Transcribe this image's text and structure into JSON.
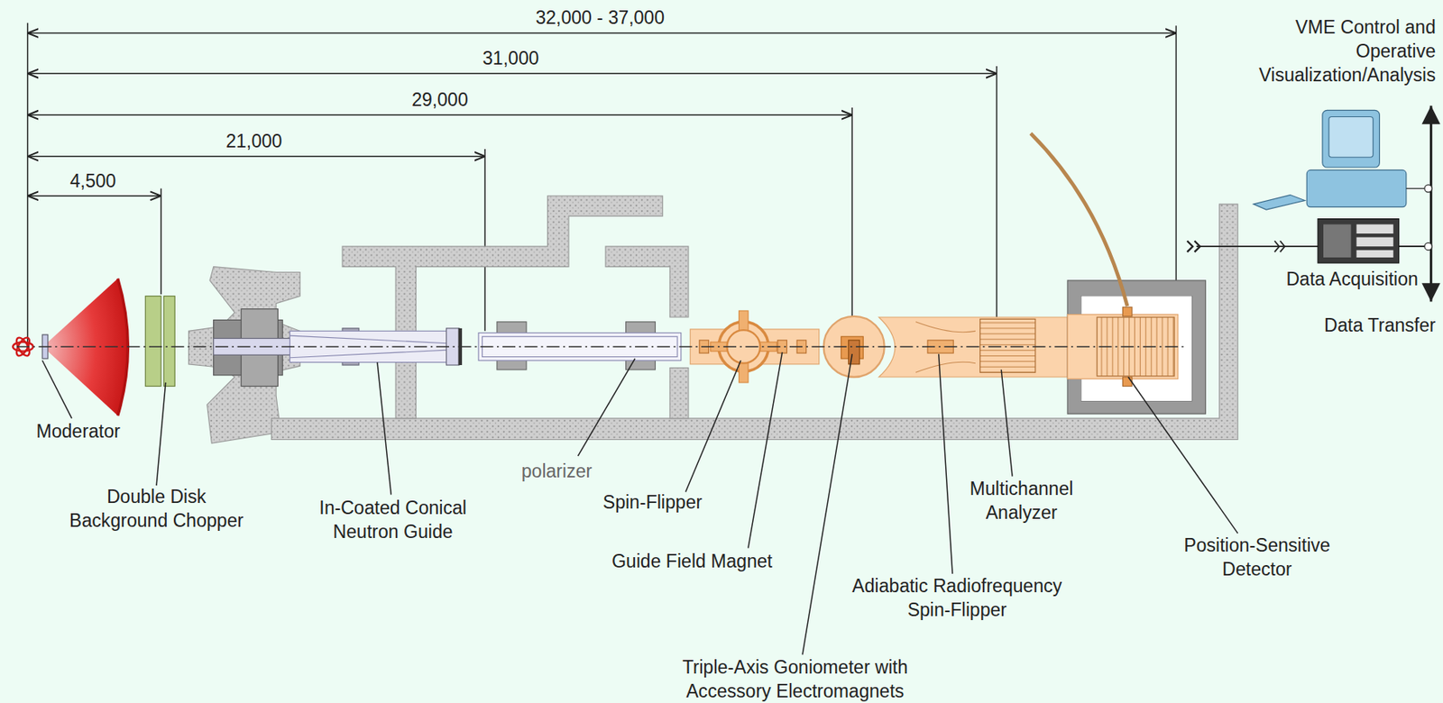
{
  "diagram": {
    "labels": [
      "32,000 - 37,000",
      "31,000",
      "29,000",
      "21,000",
      "4,500",
      "VME Control and Operative Visualization/Analysis",
      "Data Acquisition",
      "Data Transfer",
      "Moderator",
      "Double Disk Background Chopper",
      "In-Coated Conical Neutron Guide",
      "polarizer",
      "Spin-Flipper",
      "Guide Field Magnet",
      "Triple-Axis Goniometer with Accessory Electromagnets",
      "Adiabatic Radiofrequency Spin-Flipper",
      "Multichannel Analyzer",
      "Position-Sensitive Detector"
    ]
  }
}
